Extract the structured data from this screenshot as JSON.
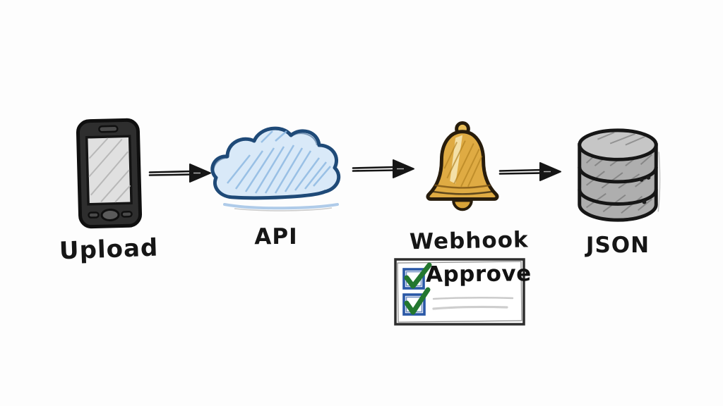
{
  "diagram": {
    "title": "upload-approval-flow",
    "nodes": [
      {
        "id": "upload",
        "label": "Upload",
        "icon": "smartphone-icon"
      },
      {
        "id": "api",
        "label": "API",
        "icon": "cloud-icon"
      },
      {
        "id": "webhook",
        "label": "Webhook",
        "icon": "bell-icon"
      },
      {
        "id": "json",
        "label": "JSON",
        "icon": "database-icon"
      }
    ],
    "arrows": [
      {
        "from": "upload",
        "to": "api"
      },
      {
        "from": "api",
        "to": "webhook"
      },
      {
        "from": "webhook",
        "to": "json"
      }
    ],
    "approval_panel": {
      "items": [
        {
          "checked": true,
          "label": "Approve"
        },
        {
          "checked": true,
          "label": ""
        }
      ]
    }
  },
  "colors": {
    "background": "#fdfdfd",
    "label-color": "#161616",
    "phone-body": "#2e2e2e",
    "phone-screen": "#e0e0e0",
    "cloud-fill": "#d9e9f8",
    "cloud-stroke": "#1f4a78",
    "cloud-hatch": "#8fb9e2",
    "bell-fill": "#dfab43",
    "bell-highlight": "#f6e5b2",
    "bell-stroke": "#271c0c",
    "db-fill": "#aeaeae",
    "db-top": "#c6c6c6",
    "checkbox-blue": "#2a58a6",
    "check-green": "#23772f",
    "faint-line": "#c9c9c9"
  }
}
